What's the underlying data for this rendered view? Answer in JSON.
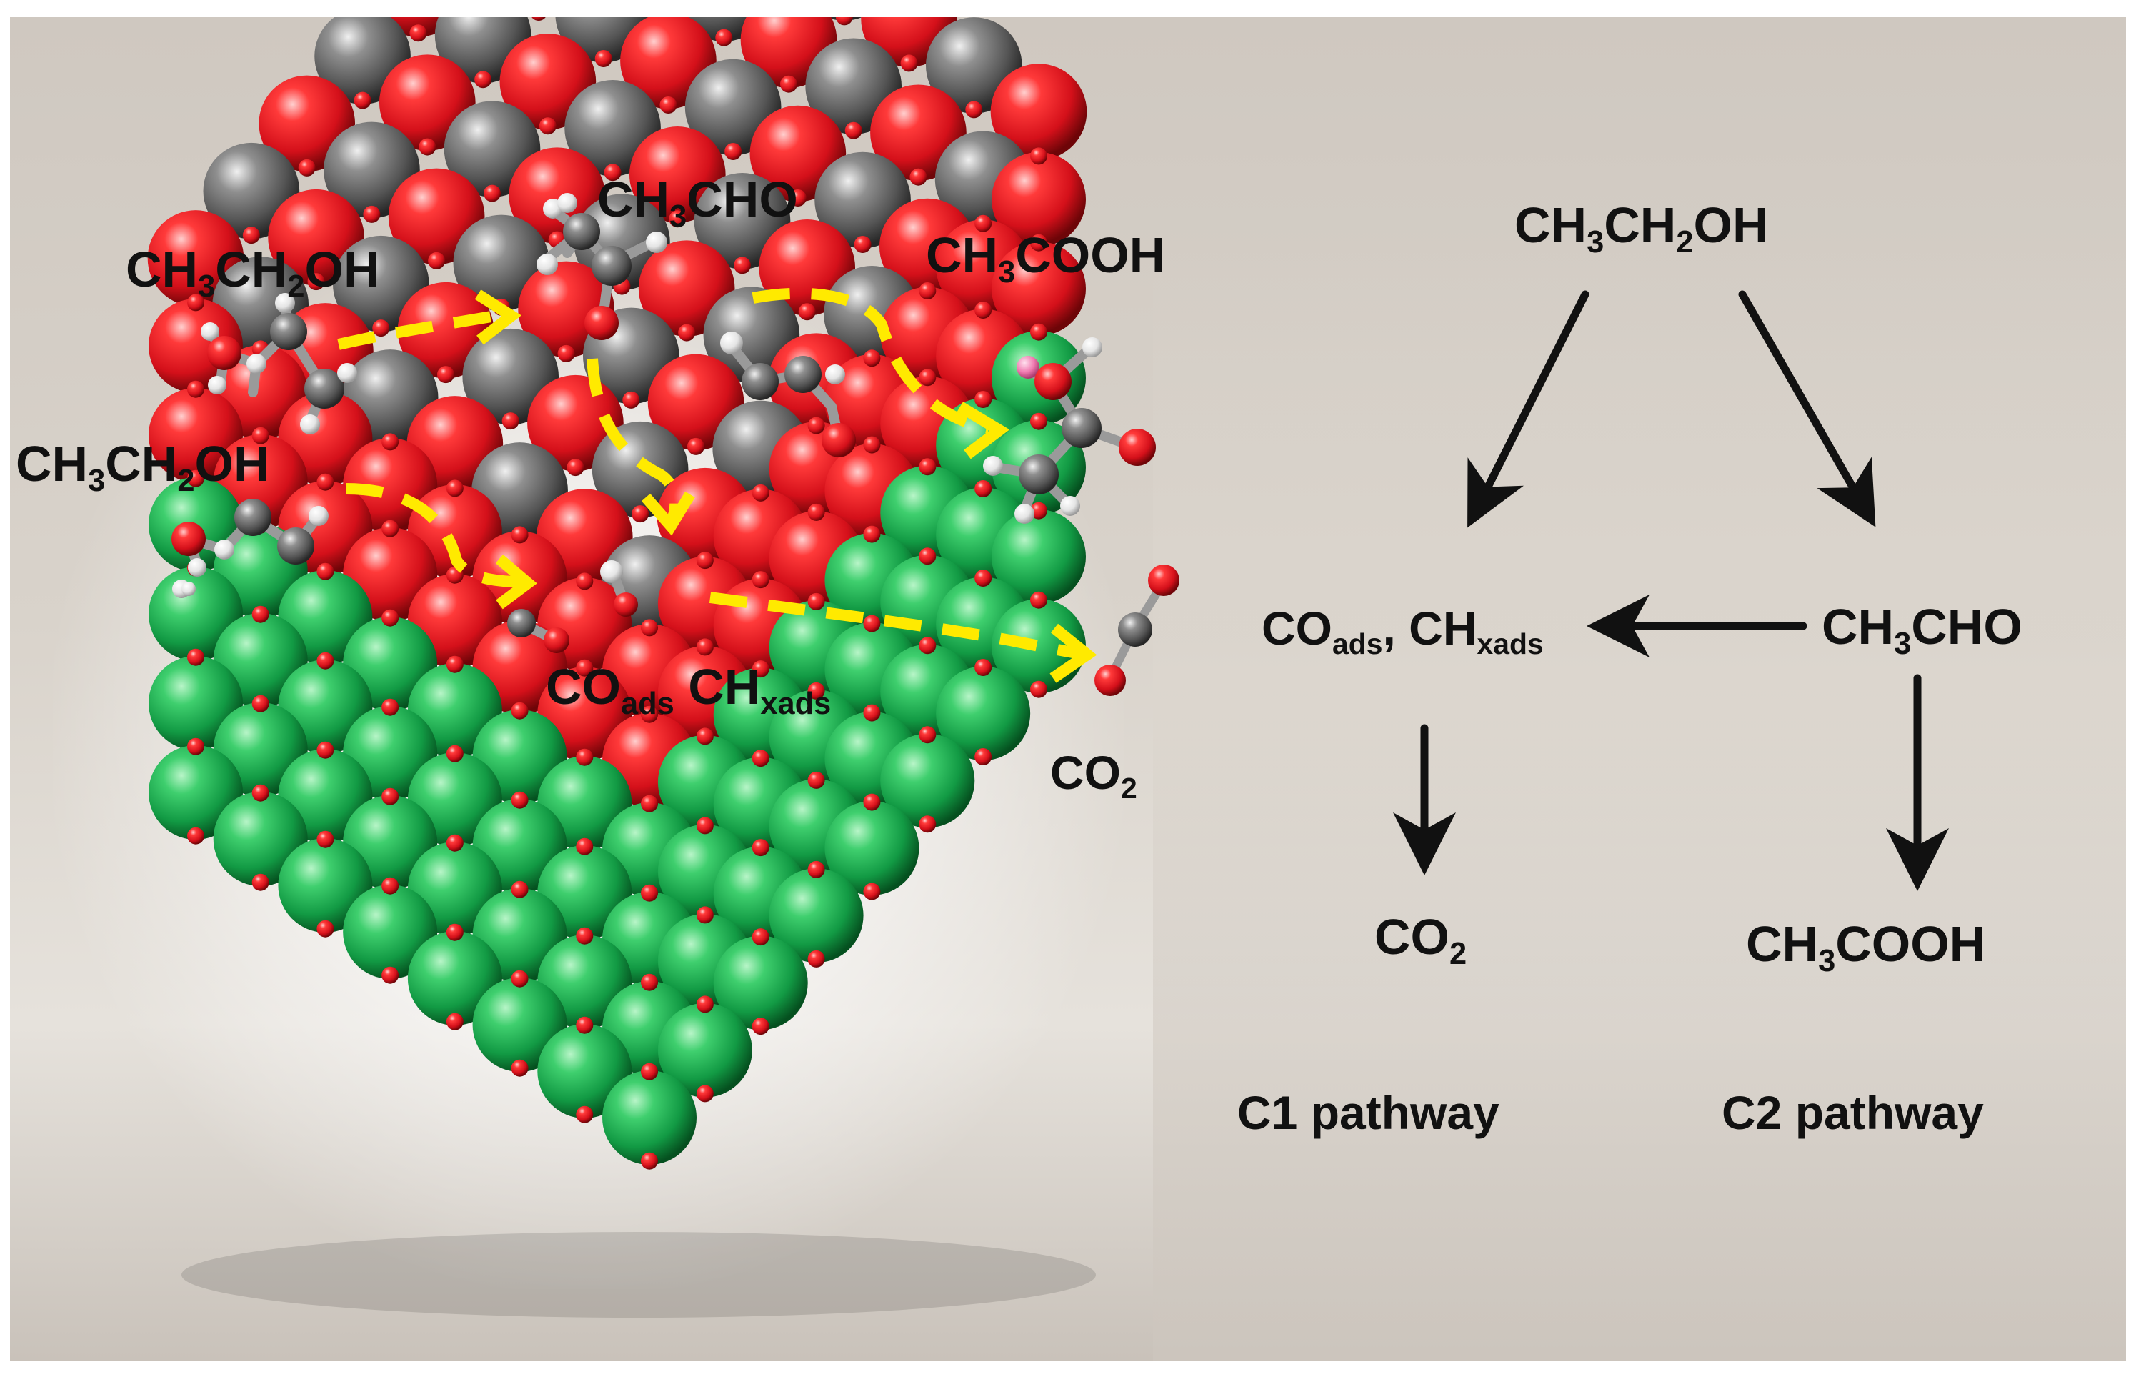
{
  "figure": {
    "illustration_labels": {
      "ethanol_top": {
        "main": "CH",
        "s1": "3",
        "mid": "CH",
        "s2": "2",
        "end": "OH"
      },
      "ethanol_left": {
        "main": "CH",
        "s1": "3",
        "mid": "CH",
        "s2": "2",
        "end": "OH"
      },
      "acetaldehyde": {
        "main": "CH",
        "s1": "3",
        "end": "CHO"
      },
      "acetic_acid": {
        "main": "CH",
        "s1": "3",
        "end": "COOH"
      },
      "adsorbates": {
        "a": "CO",
        "as": "ads",
        "b": " CH",
        "bs": "xads"
      },
      "co2": {
        "main": "CO",
        "s1": "2"
      }
    },
    "scheme": {
      "ethanol": {
        "main": "CH",
        "s1": "3",
        "mid": "CH",
        "s2": "2",
        "end": "OH"
      },
      "adsorbates": {
        "a": "CO",
        "as": "ads",
        "sep": ", CH",
        "bs": "xads"
      },
      "acetaldehyde": {
        "main": "CH",
        "s1": "3",
        "end": "CHO"
      },
      "co2": {
        "main": "CO",
        "s1": "2"
      },
      "acetic_acid": {
        "main": "CH",
        "s1": "3",
        "end": "COOH"
      },
      "c1_label": "C1 pathway",
      "c2_label": "C2 pathway"
    },
    "colors": {
      "oxygen_atom": "#e0141c",
      "carbon_atom": "#5f5f5f",
      "substrate_atom": "#15a04a",
      "hydrogen_atom": "#f2f2f2",
      "flow_arrow": "#ffea00",
      "scheme_arrow": "#111111"
    }
  }
}
